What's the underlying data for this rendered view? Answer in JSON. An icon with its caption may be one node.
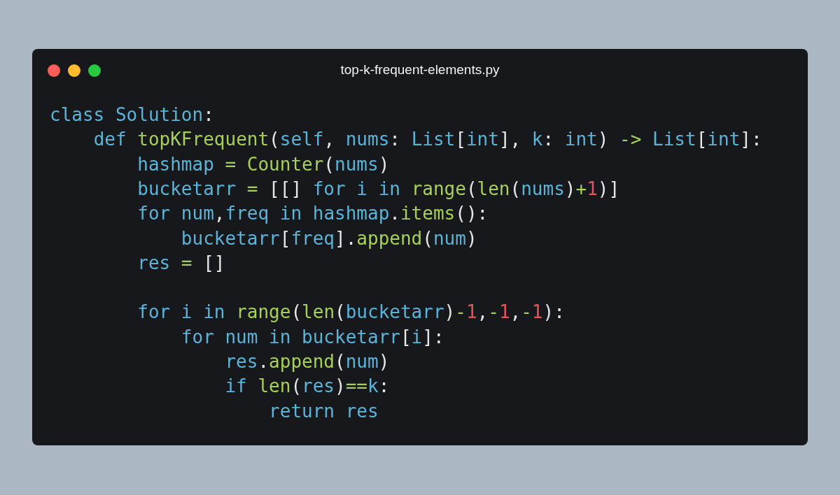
{
  "diagram": {
    "title": "top-k-frequent-elements.py",
    "labels": [
      "class Solution:",
      "    def topKFrequent(self, nums: List[int], k: int) -> List[int]:",
      "        hashmap = Counter(nums)",
      "        bucketarr = [[] for i in range(len(nums)+1)]",
      "        for num,freq in hashmap.items():",
      "            bucketarr[freq].append(num)",
      "        res = []",
      "        for i in range(len(bucketarr)-1,-1,-1):",
      "            for num in bucketarr[i]:",
      "                res.append(num)",
      "                if len(res)==k:",
      "                    return res"
    ]
  }
}
